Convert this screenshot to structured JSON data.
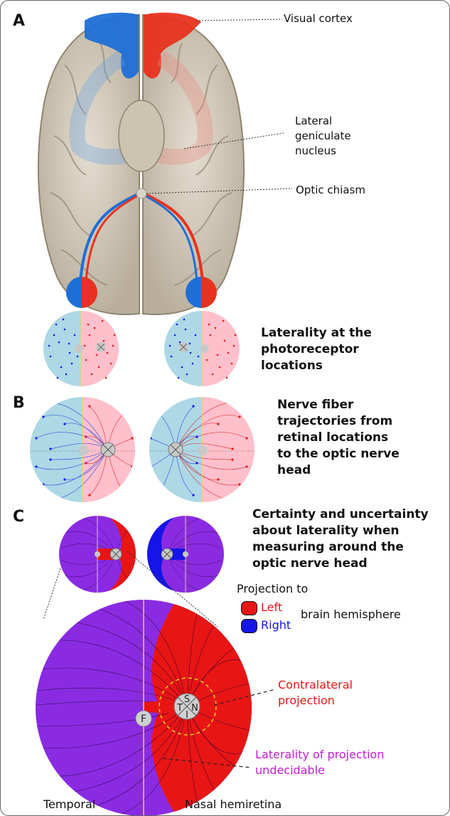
{
  "panels": {
    "a": {
      "letter": "A",
      "labels": {
        "visual_cortex": "Visual cortex",
        "lgn_line1": "Lateral",
        "lgn_line2": "geniculate",
        "lgn_line3": "nucleus",
        "optic_chiasm": "Optic chiasm"
      },
      "caption_line1": "Laterality at the",
      "caption_line2": "photoreceptor",
      "caption_line3": "locations"
    },
    "b": {
      "letter": "B",
      "caption_line1": "Nerve fiber",
      "caption_line2": "trajectories from",
      "caption_line3": "retinal locations",
      "caption_line4": "to the optic nerve",
      "caption_line5": "head"
    },
    "c": {
      "letter": "C",
      "caption_line1": "Certainty and uncertainty",
      "caption_line2": "about laterality when",
      "caption_line3": "measuring around the",
      "caption_line4": "optic nerve head",
      "legend": {
        "title": "Projection to",
        "left": "Left",
        "right": "Right",
        "suffix": "brain hemisphere"
      },
      "contralateral_line1": "Contralateral",
      "contralateral_line2": "projection",
      "undecidable_line1": "Laterality of projection",
      "undecidable_line2": "undecidable",
      "fovea": "F",
      "onh_s": "S",
      "onh_t": "T",
      "onh_n": "N",
      "onh_i": "I",
      "temporal": "Temporal",
      "nasal": "Nasal hemiretina"
    }
  },
  "colors": {
    "left_red": "#e81515",
    "right_blue": "#1515e8",
    "purple": "#8a2be2",
    "light_blue": "#add8e6",
    "pink": "#ffc0cb",
    "yellow": "#e8d84a",
    "brain": "#d8d0c0",
    "magenta_text": "#c41bd6"
  }
}
